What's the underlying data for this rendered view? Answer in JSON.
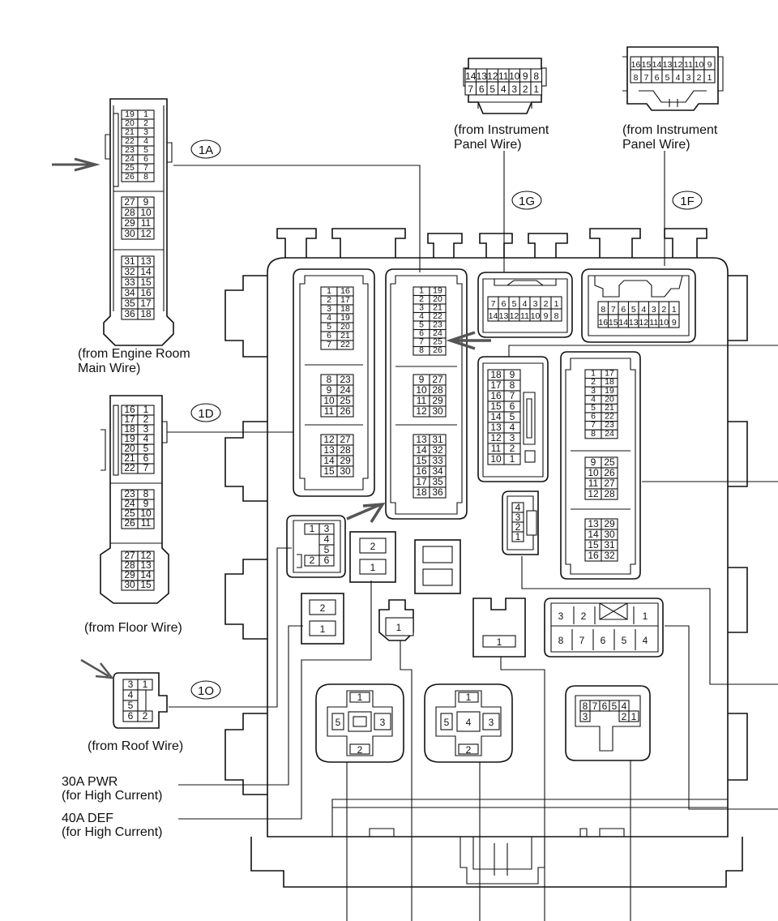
{
  "connectors": {
    "c1A": {
      "id": "1A",
      "caption": [
        "(from Engine Room",
        "Main Wire)"
      ],
      "ext": [
        [
          "19",
          "1"
        ],
        [
          "20",
          "2"
        ],
        [
          "21",
          "3"
        ],
        [
          "22",
          "4"
        ],
        [
          "23",
          "5"
        ],
        [
          "24",
          "6"
        ],
        [
          "25",
          "7"
        ],
        [
          "26",
          "8"
        ],
        [
          "27",
          "9"
        ],
        [
          "28",
          "10"
        ],
        [
          "29",
          "11"
        ],
        [
          "30",
          "12"
        ],
        [
          "31",
          "13"
        ],
        [
          "32",
          "14"
        ],
        [
          "33",
          "15"
        ],
        [
          "34",
          "16"
        ],
        [
          "35",
          "17"
        ],
        [
          "36",
          "18"
        ]
      ],
      "int": [
        [
          "1",
          "19"
        ],
        [
          "2",
          "20"
        ],
        [
          "3",
          "21"
        ],
        [
          "4",
          "22"
        ],
        [
          "5",
          "23"
        ],
        [
          "6",
          "24"
        ],
        [
          "7",
          "25"
        ],
        [
          "8",
          "26"
        ],
        [
          "9",
          "27"
        ],
        [
          "10",
          "28"
        ],
        [
          "11",
          "29"
        ],
        [
          "12",
          "30"
        ],
        [
          "13",
          "31"
        ],
        [
          "14",
          "32"
        ],
        [
          "15",
          "33"
        ],
        [
          "16",
          "34"
        ],
        [
          "17",
          "35"
        ],
        [
          "18",
          "36"
        ]
      ]
    },
    "c1D": {
      "id": "1D",
      "caption": [
        "(from Floor Wire)"
      ],
      "ext": [
        [
          "16",
          "1"
        ],
        [
          "17",
          "2"
        ],
        [
          "18",
          "3"
        ],
        [
          "19",
          "4"
        ],
        [
          "20",
          "5"
        ],
        [
          "21",
          "6"
        ],
        [
          "22",
          "7"
        ],
        [
          "23",
          "8"
        ],
        [
          "24",
          "9"
        ],
        [
          "25",
          "10"
        ],
        [
          "26",
          "11"
        ],
        [
          "27",
          "12"
        ],
        [
          "28",
          "13"
        ],
        [
          "29",
          "14"
        ],
        [
          "30",
          "15"
        ]
      ],
      "int": [
        [
          "1",
          "16"
        ],
        [
          "2",
          "17"
        ],
        [
          "3",
          "18"
        ],
        [
          "4",
          "19"
        ],
        [
          "5",
          "20"
        ],
        [
          "6",
          "21"
        ],
        [
          "7",
          "22"
        ],
        [
          "8",
          "23"
        ],
        [
          "9",
          "24"
        ],
        [
          "10",
          "25"
        ],
        [
          "11",
          "26"
        ],
        [
          "12",
          "27"
        ],
        [
          "13",
          "28"
        ],
        [
          "14",
          "29"
        ],
        [
          "15",
          "30"
        ]
      ]
    },
    "c1G": {
      "id": "1G",
      "caption": [
        "(from Instrument",
        "Panel Wire)"
      ],
      "ext": [
        [
          "14",
          "13",
          "12",
          "11",
          "10",
          "9",
          "8"
        ],
        [
          "7",
          "6",
          "5",
          "4",
          "3",
          "2",
          "1"
        ]
      ],
      "int": [
        [
          "7",
          "6",
          "5",
          "4",
          "3",
          "2",
          "1"
        ],
        [
          "14",
          "13",
          "12",
          "11",
          "10",
          "9",
          "8"
        ]
      ]
    },
    "c1F": {
      "id": "1F",
      "caption": [
        "(from Instrument",
        "Panel Wire)"
      ],
      "ext": [
        [
          "16",
          "15",
          "14",
          "13",
          "12",
          "11",
          "10",
          "9"
        ],
        [
          "8",
          "7",
          "6",
          "5",
          "4",
          "3",
          "2",
          "1"
        ]
      ],
      "int": [
        [
          "8",
          "7",
          "6",
          "5",
          "4",
          "3",
          "2",
          "1"
        ],
        [
          "16",
          "15",
          "14",
          "13",
          "12",
          "11",
          "10",
          "9"
        ]
      ]
    },
    "c1O": {
      "id": "1O",
      "caption": [
        "(from Roof Wire)"
      ],
      "ext": [
        [
          "3",
          "1"
        ],
        [
          "4",
          ""
        ],
        [
          "5",
          ""
        ],
        [
          "6",
          "2"
        ]
      ],
      "int": [
        [
          "1",
          "3"
        ],
        [
          "",
          "4"
        ],
        [
          "",
          "5"
        ],
        [
          "2",
          "6"
        ]
      ]
    }
  },
  "block": {
    "grid2x9": [
      [
        "18",
        "9"
      ],
      [
        "17",
        "8"
      ],
      [
        "16",
        "7"
      ],
      [
        "15",
        "6"
      ],
      [
        "14",
        "5"
      ],
      [
        "13",
        "4"
      ],
      [
        "12",
        "3"
      ],
      [
        "11",
        "2"
      ],
      [
        "10",
        "1"
      ]
    ],
    "right_col": [
      [
        "1",
        "17"
      ],
      [
        "2",
        "18"
      ],
      [
        "3",
        "19"
      ],
      [
        "4",
        "20"
      ],
      [
        "5",
        "21"
      ],
      [
        "6",
        "22"
      ],
      [
        "7",
        "23"
      ],
      [
        "8",
        "24"
      ],
      [
        "9",
        "25"
      ],
      [
        "10",
        "26"
      ],
      [
        "11",
        "27"
      ],
      [
        "12",
        "28"
      ],
      [
        "13",
        "29"
      ],
      [
        "14",
        "30"
      ],
      [
        "15",
        "31"
      ],
      [
        "16",
        "32"
      ]
    ],
    "small4": [
      "4",
      "3",
      "2",
      "1"
    ],
    "pair_a": [
      "2",
      "1"
    ],
    "pair_b": [
      "2",
      "1"
    ],
    "single_a": "1",
    "single_b": "1",
    "eight_top": [
      "3",
      "2",
      "1"
    ],
    "eight_bot": [
      "8",
      "7",
      "6",
      "5",
      "4"
    ],
    "relay1": {
      "top": "1",
      "left": "5",
      "right": "3",
      "bottom": "2",
      "center": ""
    },
    "relay2": {
      "top": "1",
      "left": "5",
      "right": "3",
      "bottom": "2",
      "center": "4"
    },
    "relay3": {
      "top": [
        "8",
        "7",
        "6",
        "5",
        "4"
      ],
      "bot": [
        "3",
        "2",
        "1"
      ]
    }
  },
  "labels": {
    "pwr": [
      "30A PWR",
      "(for High Current)"
    ],
    "def": [
      "40A DEF",
      "(for High Current)"
    ]
  }
}
